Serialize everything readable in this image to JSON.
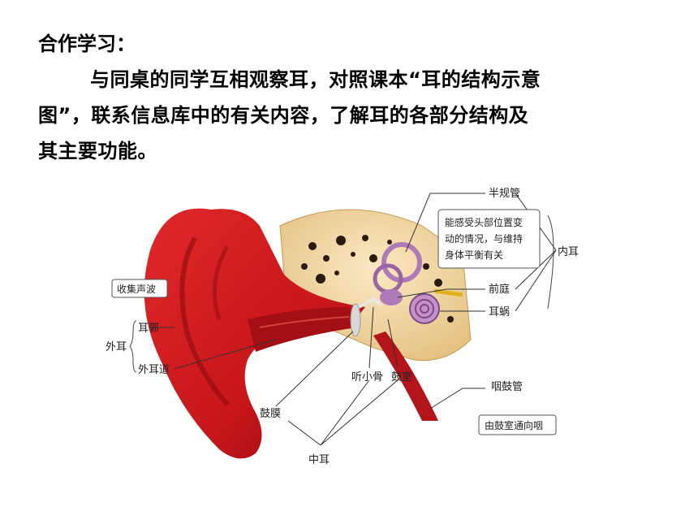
{
  "heading": "合作学习：",
  "paragraph": {
    "line1": "与同桌的同学互相观察耳，对照课本“耳的结构示意",
    "line2": "图”，联系信息库中的有关内容，了解耳的各部分结构及",
    "line3": "其主要功能。"
  },
  "diagram": {
    "labels": {
      "semicircular_canals": "半规管",
      "vestibule": "前庭",
      "cochlea": "耳蜗",
      "inner_ear": "内耳",
      "auricle": "耳郭",
      "ear_canal": "外耳道",
      "outer_ear": "外耳",
      "ossicles": "听小骨",
      "tympanic_cavity": "鼓室",
      "eardrum": "鼓膜",
      "middle_ear": "中耳",
      "eustachian_tube": "咽鼓管"
    },
    "notes": {
      "collect_sound": "收集声波",
      "balance_line1": "能感受头部位置变",
      "balance_line2": "动的情况，与维持",
      "balance_line3": "身体平衡有关",
      "tube_function": "由鼓室通向咽"
    },
    "colors": {
      "skin": "#c8161a",
      "skin_dark": "#8e0a0f",
      "bone": "#f1d7a4",
      "inner_ear": "#b07ab8"
    }
  }
}
